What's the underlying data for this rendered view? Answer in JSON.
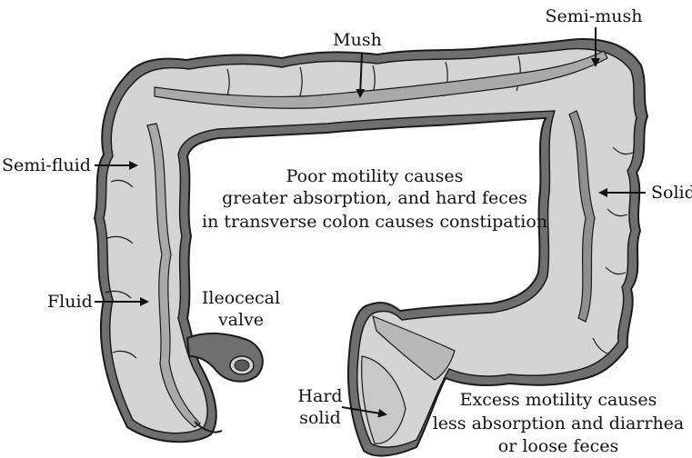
{
  "labels": {
    "mush": "Mush",
    "semi_mush": "Semi-mush",
    "semi_fluid": "Semi-fluid",
    "fluid": "Fluid",
    "ileocecal_line1": "Ileocecal",
    "ileocecal_line2": "valve",
    "solid": "Solid",
    "hard_line1": "Hard",
    "hard_line2": "solid"
  },
  "notes": {
    "poor_line1": "Poor motility causes",
    "poor_line2": "greater absorption, and hard feces",
    "poor_line3": "in transverse colon causes constipation",
    "excess_line1": "Excess motility causes",
    "excess_line2": "less absorption and diarrhea",
    "excess_line3": "or loose feces"
  },
  "colors": {
    "outer_wall": "#6f6f6f",
    "lumen": "#d4d4d4",
    "content": "#a9a9a9",
    "outline": "#1a1a1a"
  }
}
